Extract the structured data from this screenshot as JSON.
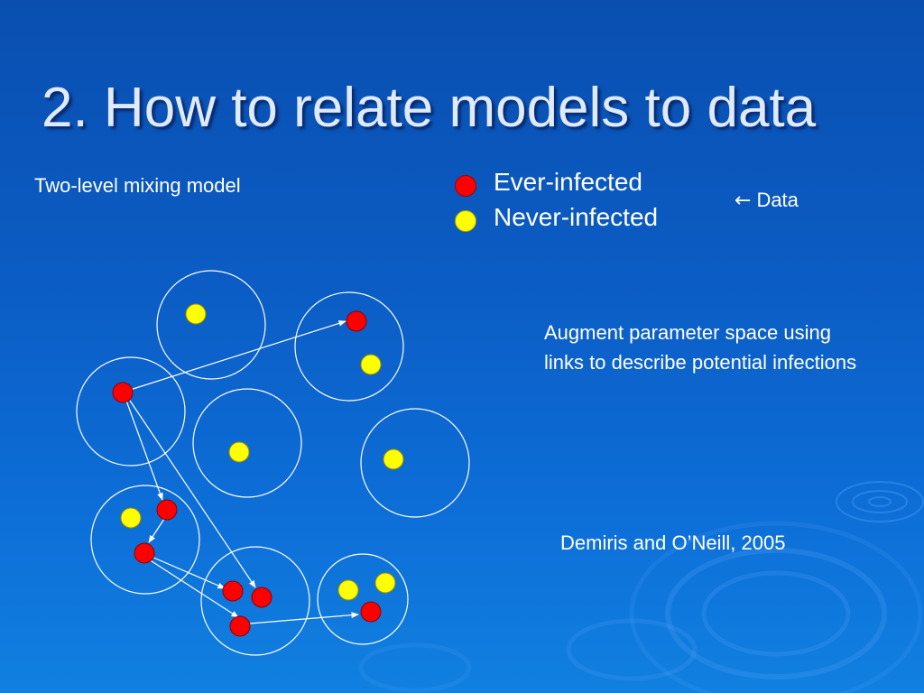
{
  "slide": {
    "title": "2. How to relate models to data",
    "subtitle": "Two-level mixing model",
    "legend": [
      {
        "label": "Ever-infected",
        "color": "#ff0000"
      },
      {
        "label": "Never-infected",
        "color": "#ffff00"
      }
    ],
    "data_note": {
      "arrow": "←",
      "label": "Data"
    },
    "description": "Augment parameter space using links to describe potential infections",
    "citation": "Demiris and O’Neill, 2005"
  },
  "colors": {
    "background": "#0b5cc4",
    "infected": "#ff0000",
    "uninfected": "#ffff00",
    "outline": "#ffffff"
  }
}
